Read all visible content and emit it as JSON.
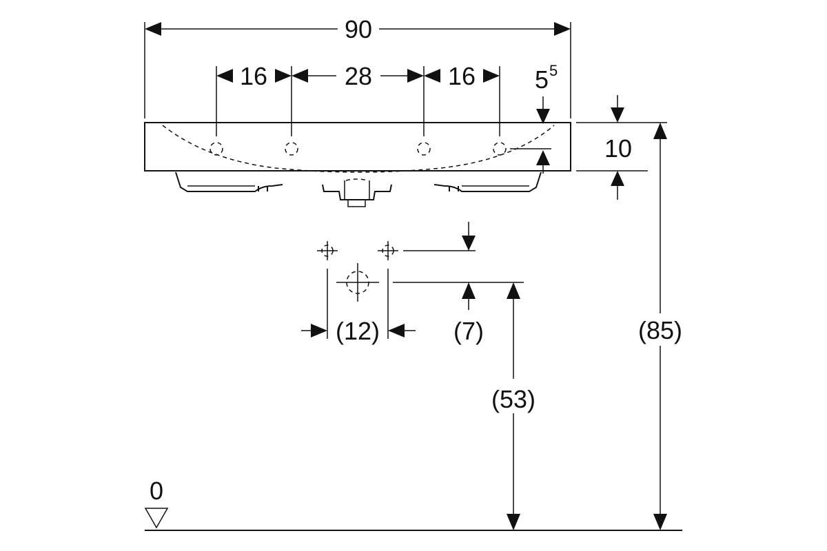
{
  "dimensions": {
    "overall_width": "90",
    "hole_spacing_left": "16",
    "hole_spacing_center": "28",
    "hole_spacing_right": "16",
    "edge_offset": "5",
    "edge_offset_superscript": "5",
    "basin_height": "10",
    "connection_spacing": "(12)",
    "connection_offset": "(7)",
    "drain_height": "(53)",
    "overall_height": "(85)",
    "floor_level": "0"
  },
  "colors": {
    "line": "#111111",
    "background": "#ffffff"
  }
}
